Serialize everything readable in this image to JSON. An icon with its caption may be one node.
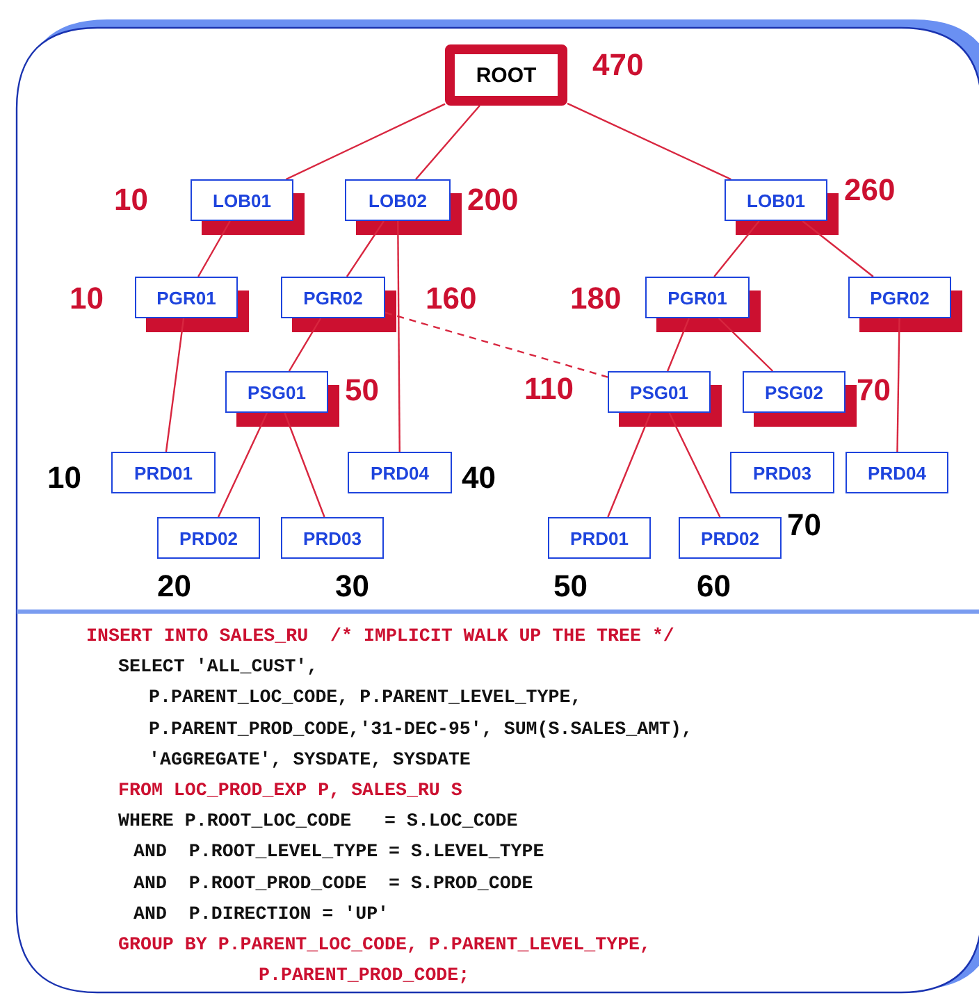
{
  "diagram": {
    "nodes": [
      {
        "text": [
          "ROOT"
        ],
        "beside": [
          "470"
        ]
      },
      {
        "text": [
          "LOB01"
        ],
        "beside": [
          "10"
        ]
      },
      {
        "text": [
          "LOB02"
        ],
        "beside": [
          "200"
        ]
      },
      {
        "text": [
          "LOB01"
        ],
        "beside": [
          "260"
        ]
      },
      {
        "text": [
          "PGR01"
        ],
        "beside": [
          "10"
        ]
      },
      {
        "text": [
          "PGR02"
        ],
        "beside": [
          "160"
        ]
      },
      {
        "text": [
          "PGR01"
        ],
        "beside": [
          "180"
        ]
      },
      {
        "text": [
          "PGR02"
        ]
      },
      {
        "text": [
          "PSG01"
        ],
        "beside": [
          "50"
        ]
      },
      {
        "text": [
          "PSG01"
        ],
        "beside": [
          "110"
        ]
      },
      {
        "text": [
          "PSG02"
        ],
        "beside": [
          "70"
        ]
      },
      {
        "text": [
          "PRD01"
        ],
        "beside": [
          "10"
        ]
      },
      {
        "text": [
          "PRD04"
        ],
        "beside": [
          "40"
        ]
      },
      {
        "text": [
          "PRD03"
        ],
        "beside": [
          "70"
        ]
      },
      {
        "text": [
          "PRD04"
        ]
      },
      {
        "text": [
          "PRD02"
        ],
        "beside": [
          "20"
        ]
      },
      {
        "text": [
          "PRD03"
        ],
        "beside": [
          "30"
        ]
      },
      {
        "text": [
          "PRD01"
        ],
        "beside": [
          "50"
        ]
      },
      {
        "text": [
          "PRD02"
        ],
        "beside": [
          "60"
        ]
      }
    ],
    "edges": [
      {
        "from": 0,
        "to": 1,
        "arrow": "none"
      },
      {
        "from": 0,
        "to": 2,
        "arrow": "none"
      },
      {
        "from": 0,
        "to": 3,
        "arrow": "none"
      },
      {
        "from": 1,
        "to": 4,
        "arrow": "none"
      },
      {
        "from": 2,
        "to": 5,
        "arrow": "none"
      },
      {
        "from": 2,
        "to": 12,
        "arrow": "none"
      },
      {
        "from": 3,
        "to": 6,
        "arrow": "none"
      },
      {
        "from": 3,
        "to": 7,
        "arrow": "none"
      },
      {
        "from": 4,
        "to": 11,
        "arrow": "none"
      },
      {
        "from": 5,
        "to": 8,
        "arrow": "none"
      },
      {
        "from": 5,
        "to": 9,
        "arrow": "none",
        "style": "dashed"
      },
      {
        "from": 6,
        "to": 9,
        "arrow": "none"
      },
      {
        "from": 6,
        "to": 10,
        "arrow": "none"
      },
      {
        "from": 7,
        "to": 14,
        "arrow": "none"
      },
      {
        "from": 8,
        "to": 15,
        "arrow": "none"
      },
      {
        "from": 8,
        "to": 16,
        "arrow": "none"
      },
      {
        "from": 9,
        "to": 17,
        "arrow": "none"
      },
      {
        "from": 9,
        "to": 18,
        "arrow": "none"
      }
    ],
    "labels": [
      "INSERT INTO SALES_RU  /* IMPLICIT WALK UP THE TREE */",
      "SELECT 'ALL_CUST',",
      "P.PARENT_LOC_CODE, P.PARENT_LEVEL_TYPE,",
      "P.PARENT_PROD_CODE,'31-DEC-95', SUM(S.SALES_AMT),",
      "'AGGREGATE', SYSDATE, SYSDATE",
      "FROM LOC_PROD_EXP P, SALES_RU S",
      "WHERE P.ROOT_LOC_CODE   = S.LOC_CODE",
      "AND  P.ROOT_LEVEL_TYPE = S.LEVEL_TYPE",
      "AND  P.ROOT_PROD_CODE  = S.PROD_CODE",
      "AND  P.DIRECTION = 'UP'",
      "GROUP BY P.PARENT_LOC_CODE, P.PARENT_LEVEL_TYPE,",
      "P.PARENT_PROD_CODE;"
    ]
  }
}
